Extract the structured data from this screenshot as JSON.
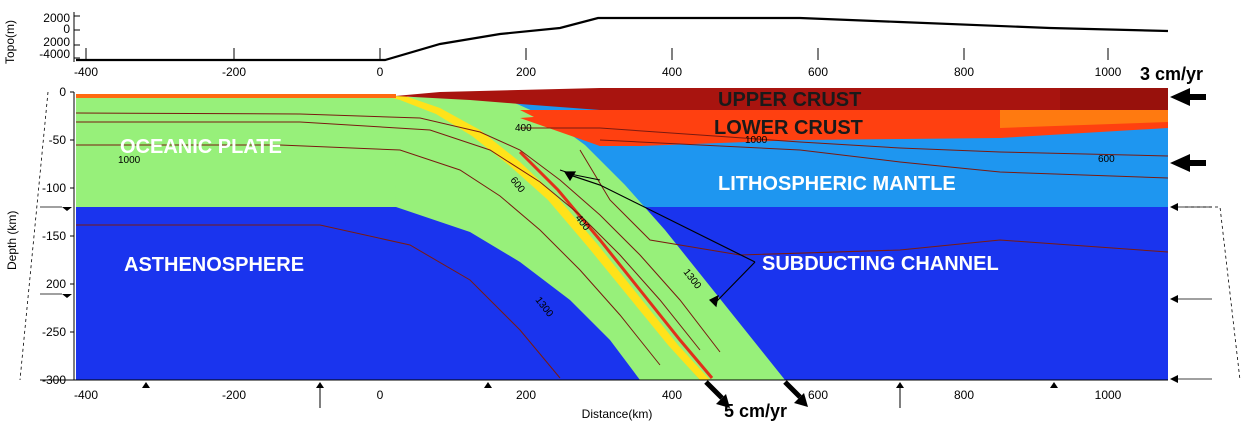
{
  "figure": {
    "topo_axis_label": "Topo(m)",
    "topo_ticks": [
      "2000",
      "0",
      "2000",
      "-4000"
    ],
    "x_ticks_top": [
      "-400",
      "-200",
      "0",
      "200",
      "400",
      "600",
      "800",
      "1000"
    ],
    "x_ticks_bottom": [
      "-400",
      "-200",
      "0",
      "200",
      "400",
      "600",
      "800",
      "1000"
    ],
    "depth_axis_label": "Depth (km)",
    "depth_ticks": [
      "0",
      "-50",
      "-100",
      "-150",
      "200",
      "-250",
      "-300"
    ],
    "x_axis_label": "Distance(km)"
  },
  "regions": {
    "upper_crust": "UPPER CRUST",
    "lower_crust": "LOWER CRUST",
    "oceanic_plate": "OCEANIC PLATE",
    "lithospheric_mantle": "LITHOSPHERIC MANTLE",
    "asthenosphere": "ASTHENOSPHERE",
    "subducting_channel": "SUBDUCTING CHANNEL"
  },
  "isotherms": {
    "t400_upper": "400",
    "t1000_continent": "1000",
    "t600_right": "600",
    "t1000_ocean": "1000",
    "t600_slab": "600",
    "t400_slab": "400",
    "t1300_slab_lower": "1300",
    "t1300_slab_edge": "1300"
  },
  "velocities": {
    "continent_push": "3 cm/yr",
    "slab_pull": "5 cm/yr"
  },
  "colors": {
    "upper_crust": "#a8140f",
    "upper_crust_dark": "#7a0c08",
    "lower_crust": "#ff4010",
    "weak_zone": "#ff7a10",
    "lithospheric_mantle": "#1e96f0",
    "asthenosphere": "#1a34ee",
    "oceanic_plate": "#97f07a",
    "oceanic_crust": "#ffe21a",
    "slab_channel": "#e2301a"
  }
}
